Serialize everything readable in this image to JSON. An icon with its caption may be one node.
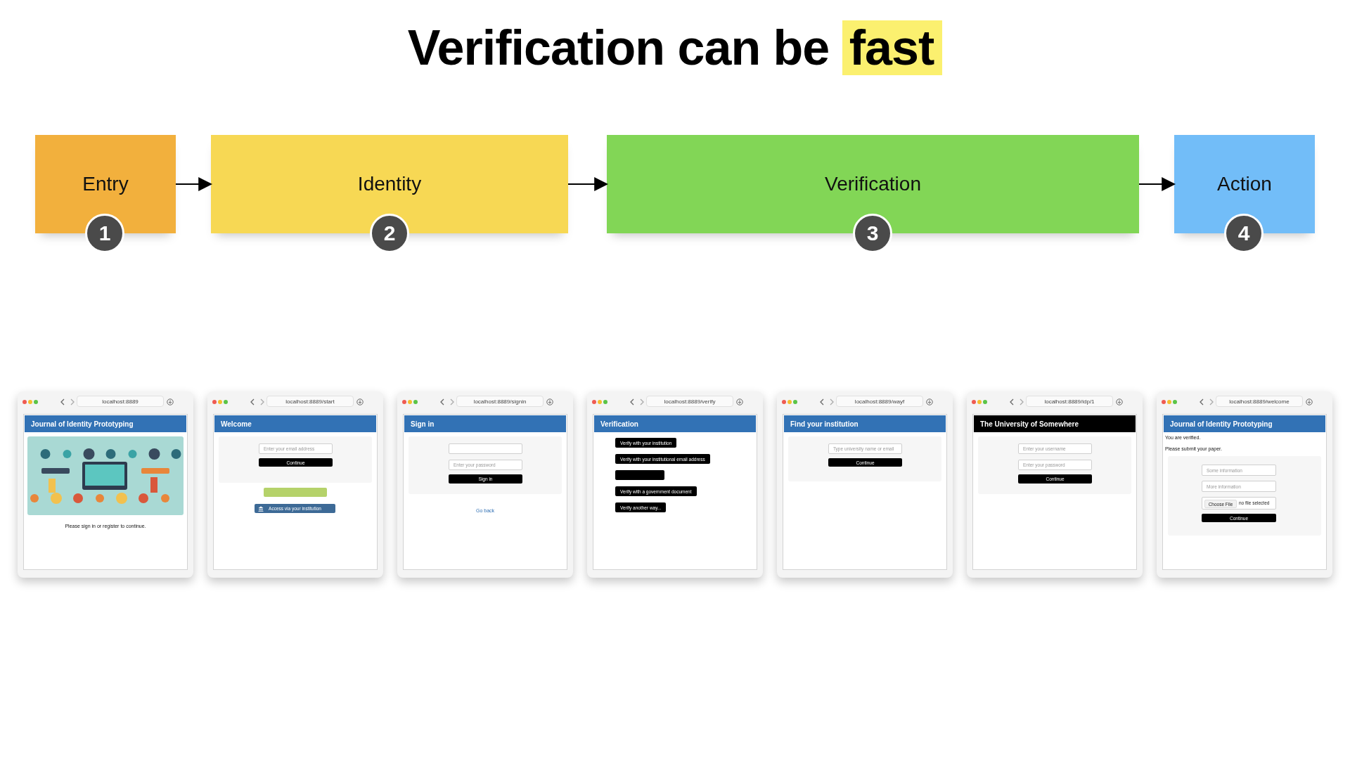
{
  "diagram": {
    "title": "Verification can be fast",
    "nodes": [
      {
        "text": [
          "Entry"
        ]
      },
      {
        "text": [
          "1"
        ]
      },
      {
        "text": [
          "Identity"
        ]
      },
      {
        "text": [
          "2"
        ]
      },
      {
        "text": [
          "Verification"
        ]
      },
      {
        "text": [
          "3"
        ]
      },
      {
        "text": [
          "Action"
        ]
      },
      {
        "text": [
          "4"
        ]
      },
      {
        "text": [
          "localhost:8889",
          "Please sign in or register to continue."
        ]
      },
      {
        "text": [
          "Journal of Identity Prototyping"
        ],
        "in": 8
      },
      {
        "text": [],
        "shape": "picture",
        "in": 8
      },
      {
        "text": [
          "localhost:8889/start"
        ]
      },
      {
        "text": [
          "Welcome"
        ],
        "in": 11
      },
      {
        "text": [
          "Enter your email address"
        ],
        "in": 11
      },
      {
        "text": [
          "Continue"
        ],
        "in": 11
      },
      {
        "text": [],
        "shape": "box",
        "in": 11
      },
      {
        "text": [
          "Access via your institution"
        ],
        "in": 11
      },
      {
        "text": [
          "localhost:8889/signin",
          "Go back"
        ]
      },
      {
        "text": [
          "Sign in"
        ],
        "in": 17
      },
      {
        "text": [],
        "shape": "box",
        "in": 17
      },
      {
        "text": [
          "Enter your password"
        ],
        "in": 17
      },
      {
        "text": [
          "Sign in"
        ],
        "in": 17
      },
      {
        "text": [
          "localhost:8889/verify"
        ]
      },
      {
        "text": [
          "Verification"
        ],
        "in": 22
      },
      {
        "text": [
          "Verify with your institution"
        ],
        "in": 22
      },
      {
        "text": [
          "Verify with your institutional email address"
        ],
        "in": 22
      },
      {
        "text": [],
        "shape": "box",
        "in": 22
      },
      {
        "text": [
          "Verify with a government document"
        ],
        "in": 22
      },
      {
        "text": [
          "Verify another way..."
        ],
        "in": 22
      },
      {
        "text": [
          "localhost:8889/wayf"
        ]
      },
      {
        "text": [
          "Find your institution"
        ],
        "in": 29
      },
      {
        "text": [
          "Type university name or email"
        ],
        "in": 29
      },
      {
        "text": [
          "Continue"
        ],
        "in": 29
      },
      {
        "text": [
          "localhost:8889/idp/1"
        ]
      },
      {
        "text": [
          "The University of Somewhere"
        ],
        "in": 33
      },
      {
        "text": [
          "Enter your username"
        ],
        "in": 33
      },
      {
        "text": [
          "Enter your password"
        ],
        "in": 33
      },
      {
        "text": [
          "Continue"
        ],
        "in": 33
      },
      {
        "text": [
          "localhost:8889/welcome",
          "You are verified.",
          "Please submit your paper."
        ]
      },
      {
        "text": [
          "Journal of Identity Prototyping"
        ],
        "in": 38
      },
      {
        "text": [
          "Some information"
        ],
        "in": 38
      },
      {
        "text": [
          "More information"
        ],
        "in": 38
      },
      {
        "text": [
          "no file selected"
        ],
        "in": 38
      },
      {
        "text": [
          "Choose File"
        ],
        "in": 42
      },
      {
        "text": [
          "Continue"
        ],
        "in": 38
      }
    ],
    "edges": [
      {
        "from": 0,
        "to": 2,
        "arrow": "to"
      },
      {
        "from": 2,
        "to": 4,
        "arrow": "to"
      },
      {
        "from": 4,
        "to": 6,
        "arrow": "to"
      }
    ]
  }
}
